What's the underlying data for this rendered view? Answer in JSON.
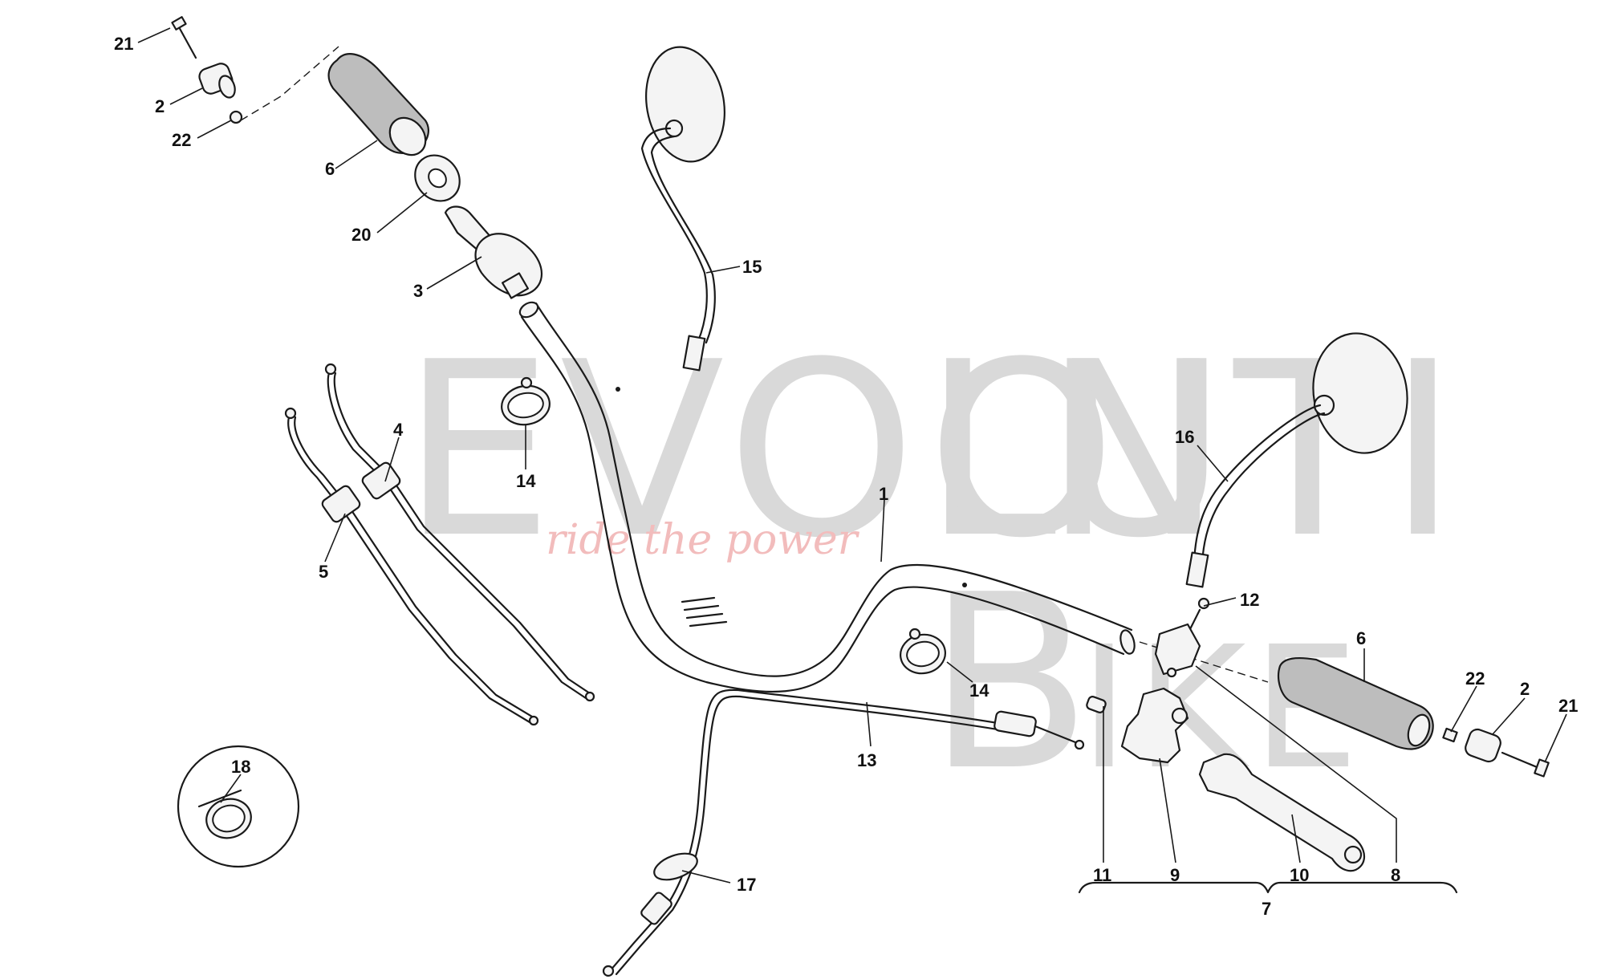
{
  "watermark": {
    "brand_line1": "EVOLUTI",
    "brand_o": "O",
    "brand_n": "N",
    "brand_b": "B",
    "brand_ike": "IKE",
    "tagline": "ride the power"
  },
  "callouts": {
    "c21a": "21",
    "c2a": "2",
    "c22a": "22",
    "c6a": "6",
    "c20": "20",
    "c3": "3",
    "c15": "15",
    "c14a": "14",
    "c4": "4",
    "c5": "5",
    "c1": "1",
    "c16": "16",
    "c12": "12",
    "c6b": "6",
    "c14b": "14",
    "c22b": "22",
    "c2b": "2",
    "c21b": "21",
    "c13": "13",
    "c18": "18",
    "c17": "17",
    "c11": "11",
    "c9": "9",
    "c10": "10",
    "c8": "8",
    "c7": "7"
  }
}
